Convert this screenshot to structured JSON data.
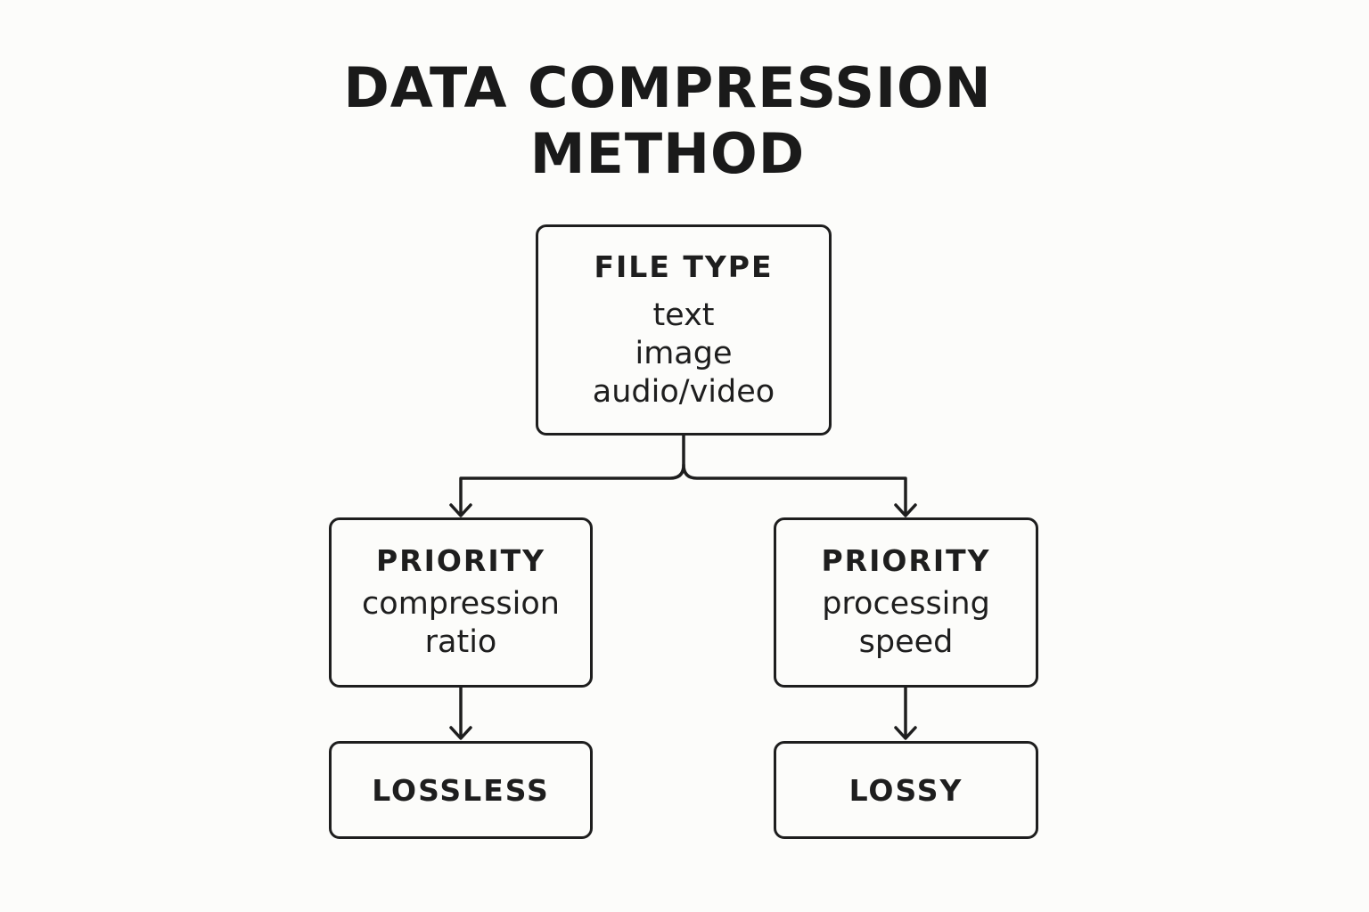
{
  "title": {
    "line1": "DATA COMPRESSION",
    "line2": "METHOD"
  },
  "nodes": {
    "file_type": {
      "heading": "FILE TYPE",
      "lines": [
        "text",
        "image",
        "audio/video"
      ]
    },
    "priority_left": {
      "heading": "PRIORITY",
      "lines": [
        "compression",
        "ratio"
      ]
    },
    "priority_right": {
      "heading": "PRIORITY",
      "lines": [
        "processing",
        "speed"
      ]
    },
    "lossless": {
      "heading": "LOSSLESS"
    },
    "lossy": {
      "heading": "LOSSY"
    }
  },
  "colors": {
    "background": "#fcfcfa",
    "stroke": "#1e1e1e",
    "text": "#1c1c1c"
  }
}
